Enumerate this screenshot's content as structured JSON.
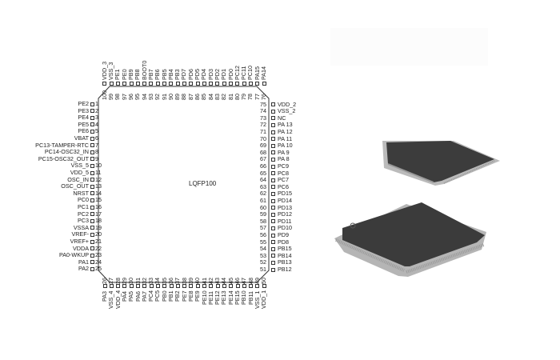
{
  "package_label": "LQFP100",
  "pins": {
    "left": [
      "PE2",
      "PE3",
      "PE4",
      "PE5",
      "PE6",
      "VBAT",
      "PC13-TAMPER-RTC",
      "PC14-OSC32_IN",
      "PC15-OSC32_OUT",
      "VSS_5",
      "VDD_5",
      "OSC_IN",
      "OSC_OUT",
      "NRST",
      "PC0",
      "PC1",
      "PC2",
      "PC3",
      "VSSA",
      "VREF-",
      "VREF+",
      "VDDA",
      "PA0-WKUP",
      "PA1",
      "PA2"
    ],
    "bottom": [
      "PA3",
      "VSS_4",
      "VDD_4",
      "PA4",
      "PA5",
      "PA6",
      "PA7",
      "PC4",
      "PC5",
      "PB0",
      "PB1",
      "PB2",
      "PE7",
      "PE8",
      "PE9",
      "PE10",
      "PE11",
      "PE12",
      "PE13",
      "PE14",
      "PE15",
      "PB10",
      "PB11",
      "VSS_1",
      "VDD_1"
    ],
    "right": [
      "PB12",
      "PB13",
      "PB14",
      "PB15",
      "PD8",
      "PD9",
      "PD10",
      "PD11",
      "PD12",
      "PD13",
      "PD14",
      "PD15",
      "PC6",
      "PC7",
      "PC8",
      "PC9",
      "PA 8",
      "PA 9",
      "PA 10",
      "PA 11",
      "PA 12",
      "PA 13",
      "NC",
      "VSS_2",
      "VDD_2"
    ],
    "top": [
      "PA14",
      "PA15",
      "PC10",
      "PC11",
      "PC12",
      "PD0",
      "PD1",
      "PD2",
      "PD3",
      "PD4",
      "PD5",
      "PD6",
      "PD7",
      "PB3",
      "PB4",
      "PB5",
      "PB6",
      "PB7",
      "BOOT0",
      "PB8",
      "PB9",
      "PE0",
      "PE1",
      "VSS_3",
      "VDD_3"
    ]
  },
  "colors": {
    "chip_body": "#3a3a3a",
    "leads": "#a8a8a8",
    "outline": "#333333"
  }
}
